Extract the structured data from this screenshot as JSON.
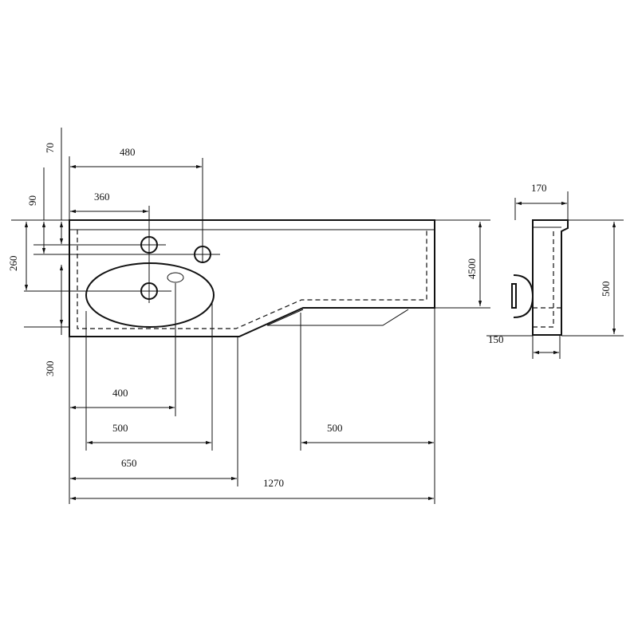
{
  "colors": {
    "line": "#111111",
    "background": "#ffffff"
  },
  "front_view": {
    "dims": {
      "top_70": "70",
      "top_480": "480",
      "top_90": "90",
      "top_360": "360",
      "left_260": "260",
      "right_4500": "4500",
      "left_300": "300",
      "bottom_400": "400",
      "bottom_500_left": "500",
      "bottom_500_right": "500",
      "bottom_650": "650",
      "bottom_1270": "1270"
    }
  },
  "side_view": {
    "dims": {
      "width_170": "170",
      "height_500": "500",
      "depth_150": "150"
    }
  }
}
